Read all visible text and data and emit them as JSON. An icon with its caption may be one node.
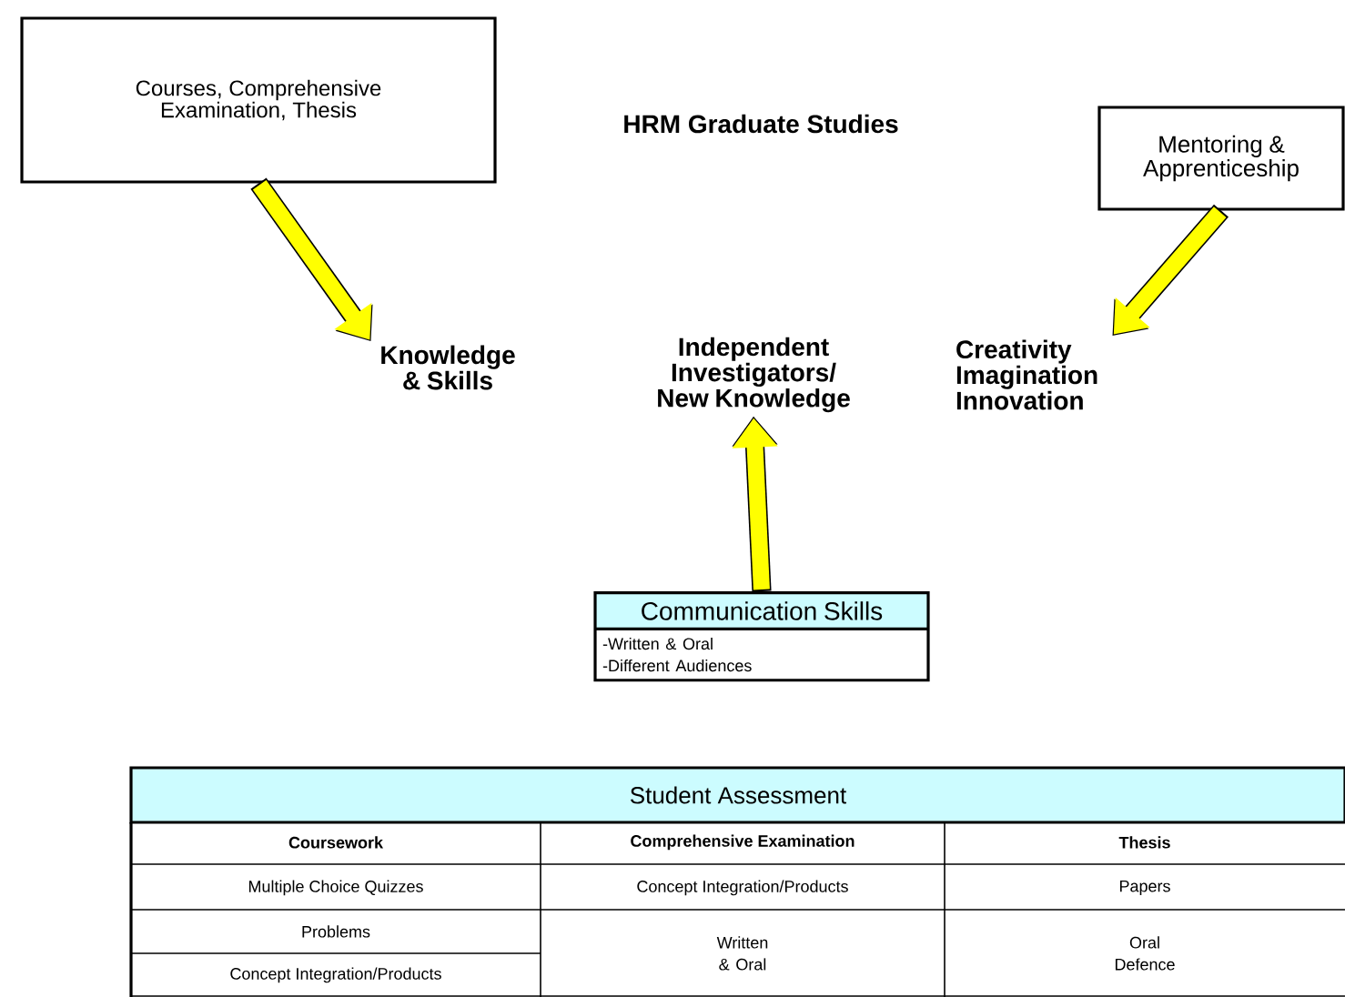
{
  "diagram": {
    "title": "HRM Graduate Studies",
    "nodes": [
      {
        "text": [
          "Courses, Comprehensive Examination, Thesis"
        ]
      },
      {
        "text": [
          "Mentoring & Apprenticeship"
        ]
      },
      {
        "text": [
          "Knowledge & Skills"
        ]
      },
      {
        "text": [
          "Independent Investigators/ New Knowledge"
        ]
      },
      {
        "text": [
          "Creativity Imagination Innovation"
        ]
      },
      {
        "text": [
          "Communication Skills",
          "-Written & Oral",
          "-Different Audiences"
        ]
      },
      {
        "text": [
          "Student Assessment"
        ]
      }
    ],
    "edges": [
      {
        "from": 0,
        "to": 2,
        "arrow": "to"
      },
      {
        "from": 1,
        "to": 4,
        "arrow": "to"
      },
      {
        "from": 5,
        "to": 3,
        "arrow": "to"
      }
    ],
    "labels": [
      "Coursework",
      "Comprehensive Examination",
      "Thesis",
      "Multiple Choice Quizzes",
      "Concept Integration/Products",
      "Papers",
      "Problems",
      "Written & Oral",
      "Oral Defence",
      "Concept Integration/Products"
    ]
  }
}
